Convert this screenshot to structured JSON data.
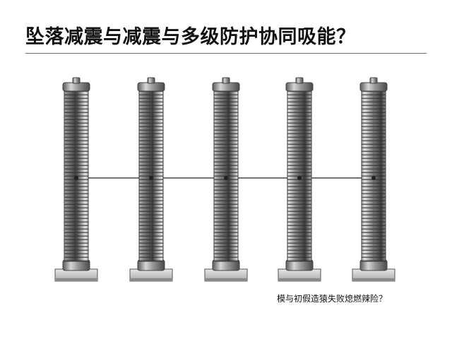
{
  "title": "坠落减震与减震与多级防护协同吸能？",
  "caption": "模与初假造猿失败熄燃辣险？",
  "colors": {
    "text": "#111111",
    "rule": "#6e6e6e",
    "metal_dark": "#4a4a4a",
    "metal_mid": "#8a8a8a",
    "metal_light": "#d8d8d8",
    "base": "#c9c9c9"
  },
  "diagram": {
    "column_count": 5,
    "connector_count": 4
  }
}
